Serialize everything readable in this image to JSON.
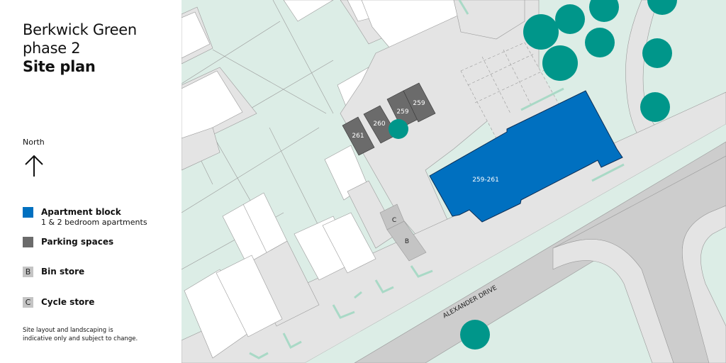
{
  "header": {
    "title_line1": "Berkwick Green",
    "title_line2": "phase 2",
    "title_line3": "Site plan"
  },
  "compass": {
    "label": "North",
    "icon": "arrow-up-icon"
  },
  "legend": {
    "items": [
      {
        "key": "apartment",
        "label": "Apartment block",
        "sublabel": "1 & 2 bedroom apartments",
        "swatch_color": "#0070c0",
        "swatch_text": ""
      },
      {
        "key": "parking",
        "label": "Parking spaces",
        "sublabel": "",
        "swatch_color": "#6b6b6b",
        "swatch_text": ""
      },
      {
        "key": "bin",
        "label": "Bin store",
        "sublabel": "",
        "swatch_color": "#c4c4c4",
        "swatch_text": "B"
      },
      {
        "key": "cycle",
        "label": "Cycle store",
        "sublabel": "",
        "swatch_color": "#c4c4c4",
        "swatch_text": "C"
      }
    ]
  },
  "disclaimer": {
    "line1": "Site layout and landscaping is",
    "line2": "indicative only and subject to change."
  },
  "map": {
    "colors": {
      "grass": "#dcede6",
      "paving": "#e4e4e4",
      "road": "#cdcdcd",
      "building": "#ffffff",
      "apartment": "#0070c0",
      "parking": "#6b6b6b",
      "store": "#c4c4c4",
      "tree": "#00968a",
      "hedge": "#a9d9c6"
    },
    "apartment_block_label": "259-261",
    "parking_bays": [
      {
        "label": "261"
      },
      {
        "label": "260"
      },
      {
        "label": "259"
      },
      {
        "label": "259"
      }
    ],
    "stores": [
      {
        "label": "C"
      },
      {
        "label": "B"
      }
    ],
    "road_label": "ALEXANDER DRIVE"
  }
}
